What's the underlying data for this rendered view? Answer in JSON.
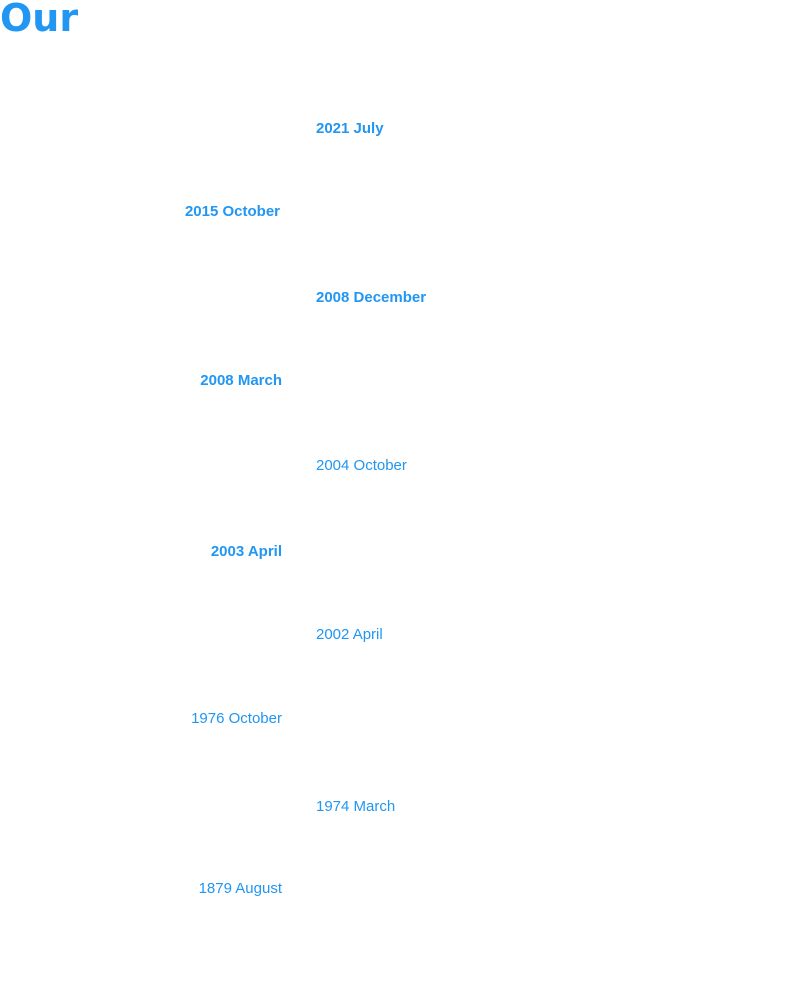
{
  "header": {
    "title": "Our"
  },
  "timeline": {
    "entries": [
      {
        "label": "2021 July",
        "side": "right"
      },
      {
        "label": "2015 October",
        "side": "left"
      },
      {
        "label": "2008 December",
        "side": "right"
      },
      {
        "label": "2008 March",
        "side": "left"
      },
      {
        "label": "2004 October",
        "side": "right"
      },
      {
        "label": "2003 April",
        "side": "left"
      },
      {
        "label": "2002 April",
        "side": "right"
      },
      {
        "label": "1976 October",
        "side": "left"
      },
      {
        "label": "1974 March",
        "side": "right"
      },
      {
        "label": "1879 August",
        "side": "left"
      }
    ]
  },
  "colors": {
    "accent": "#2196f3",
    "background": "#ffffff"
  }
}
